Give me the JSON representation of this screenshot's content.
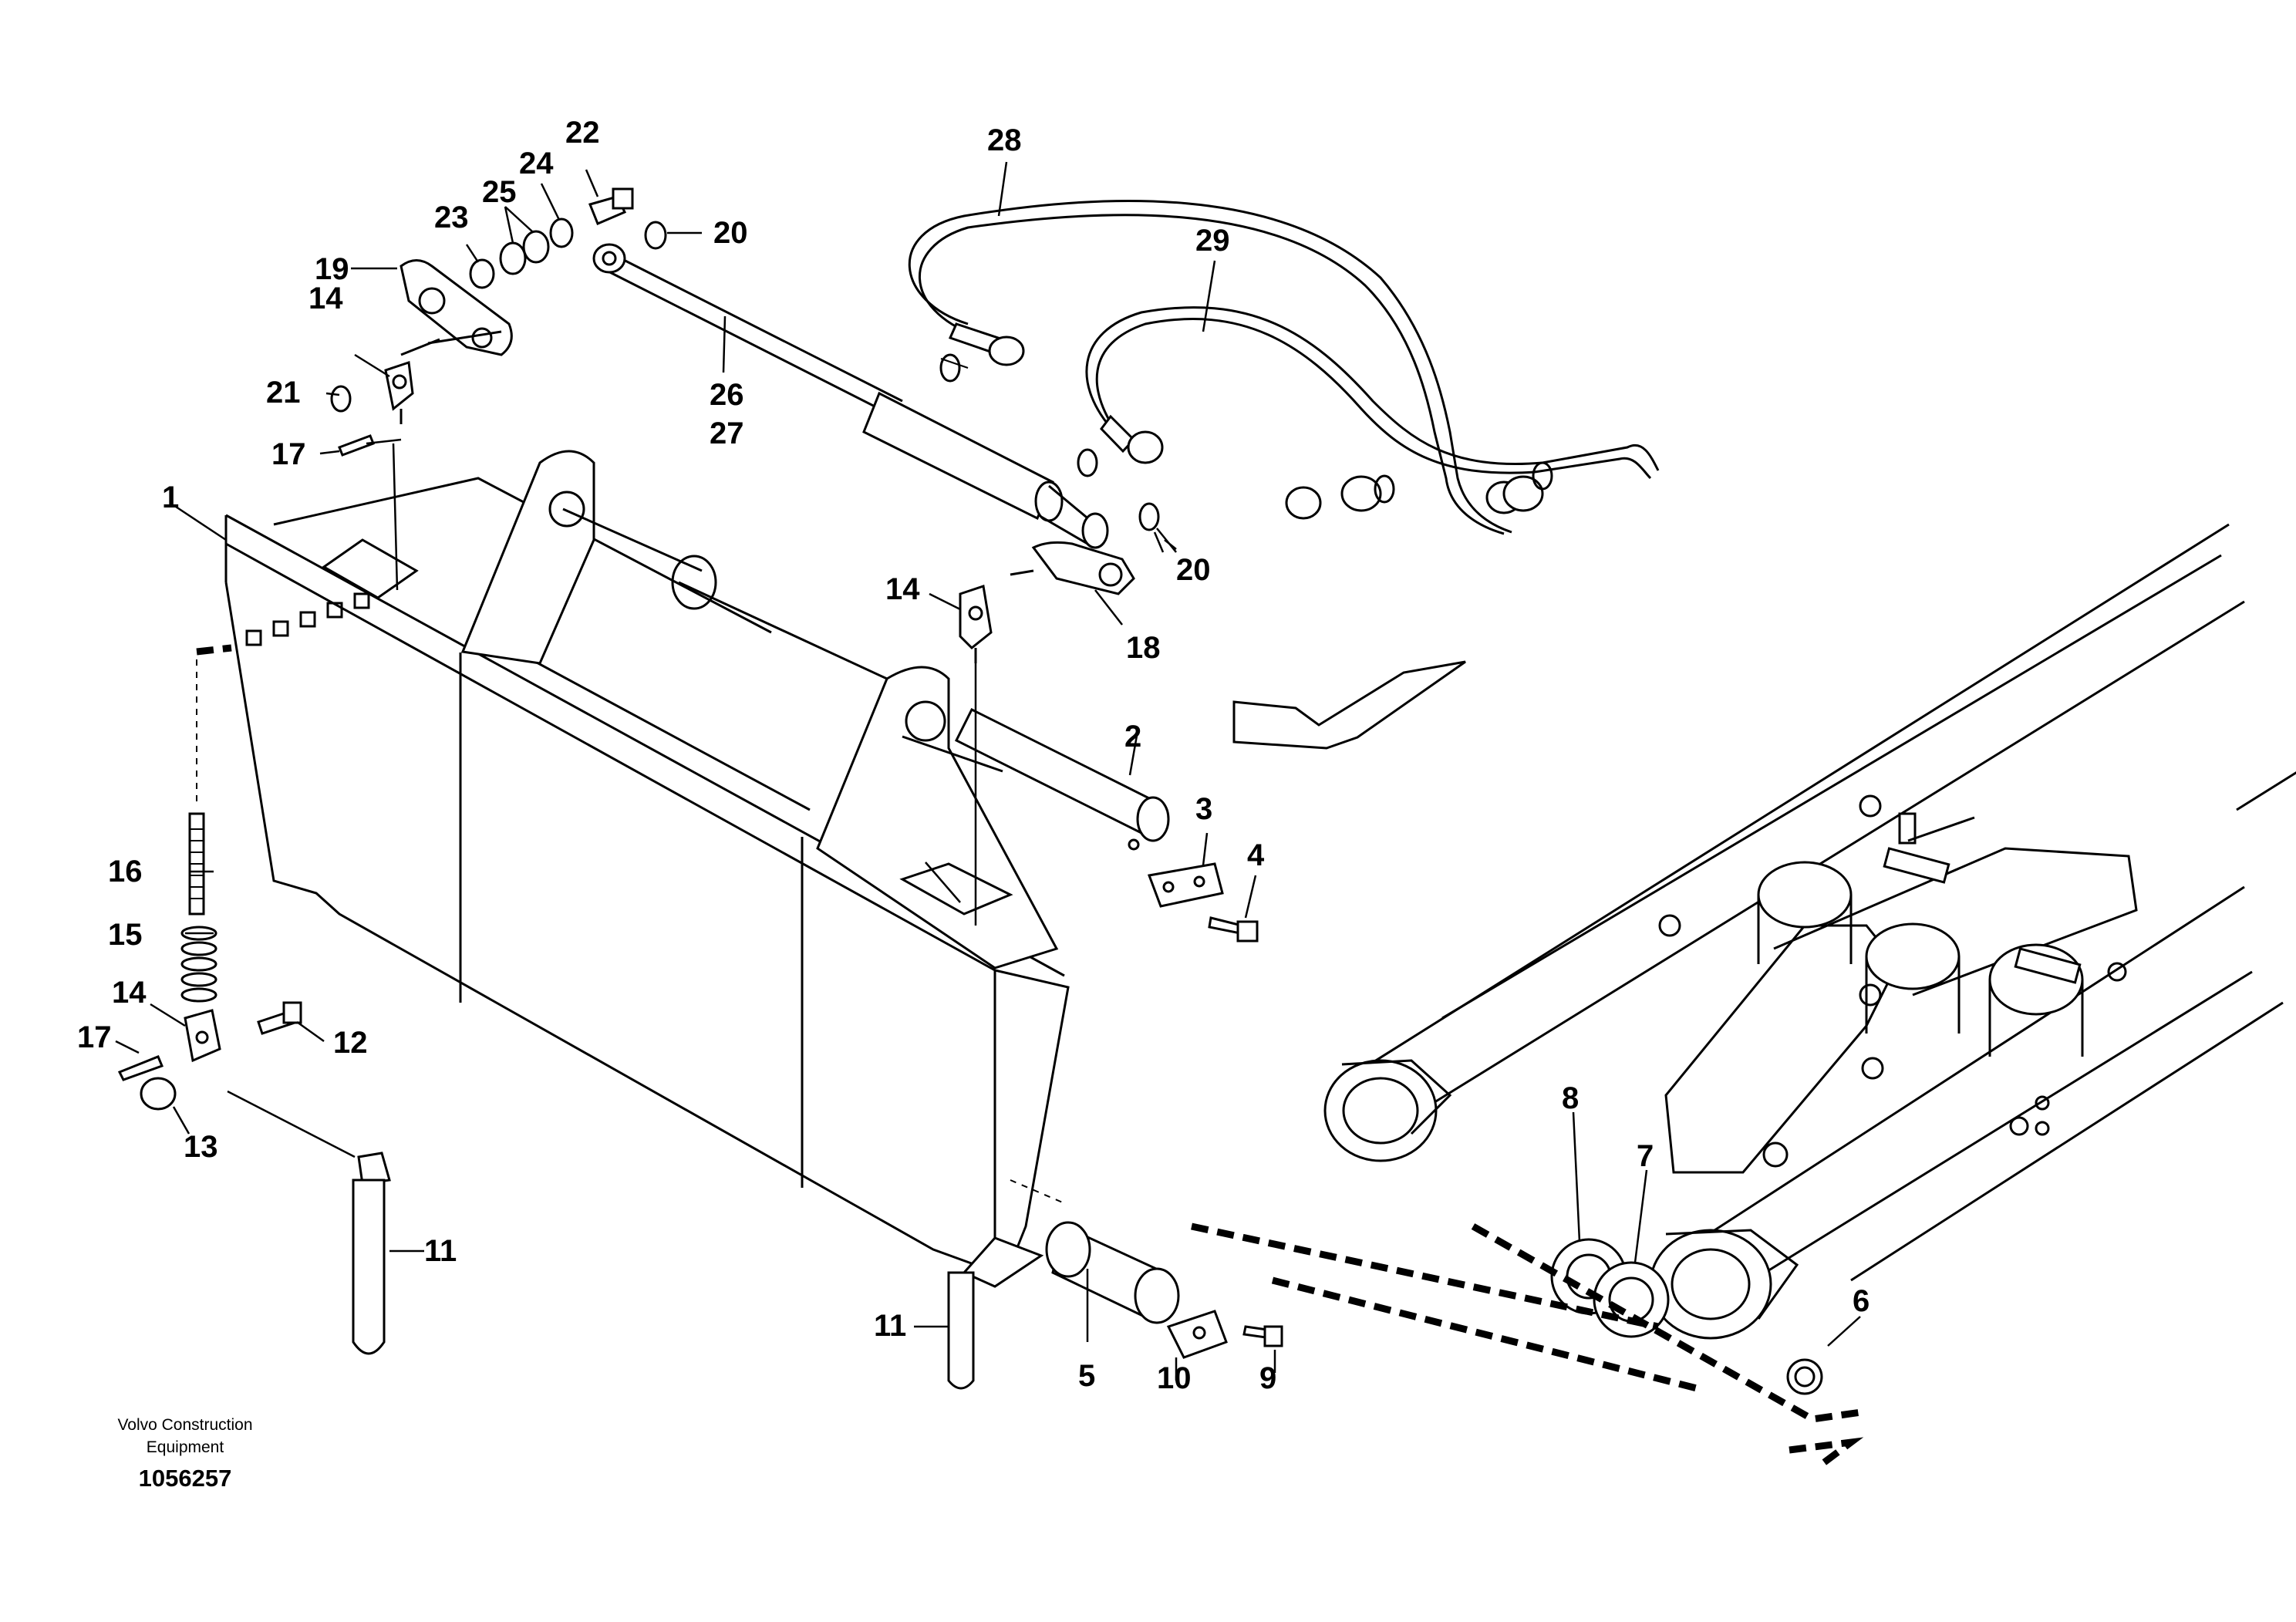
{
  "labels": {
    "l1": "1",
    "l2": "2",
    "l3": "3",
    "l4": "4",
    "l5": "5",
    "l6": "6",
    "l7": "7",
    "l8": "8",
    "l9": "9",
    "l10": "10",
    "l11a": "11",
    "l11b": "11",
    "l12": "12",
    "l13": "13",
    "l14a": "14",
    "l14b": "14",
    "l14c": "14",
    "l15": "15",
    "l16": "16",
    "l17a": "17",
    "l17b": "17",
    "l18": "18",
    "l19": "19",
    "l20a": "20",
    "l20b": "20",
    "l21": "21",
    "l22": "22",
    "l23": "23",
    "l24": "24",
    "l25": "25",
    "l26": "26",
    "l27": "27",
    "l28": "28",
    "l29": "29"
  },
  "footer": {
    "brand_line1": "Volvo Construction",
    "brand_line2": "Equipment",
    "doc_number": "1056257"
  }
}
